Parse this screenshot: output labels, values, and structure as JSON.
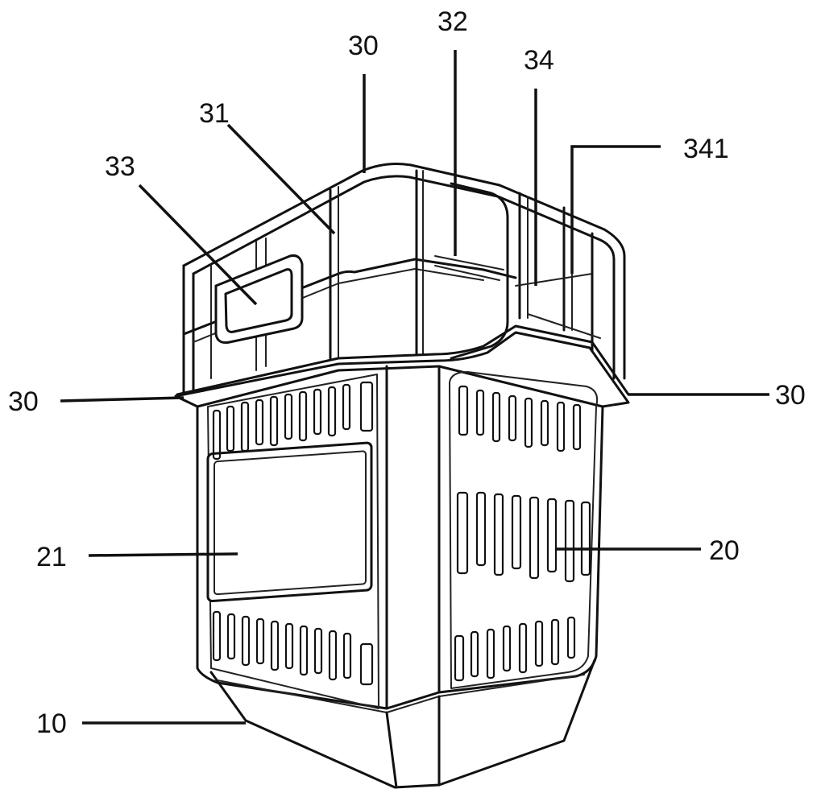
{
  "labels": {
    "l30_top": "30",
    "l32": "32",
    "l34": "34",
    "l31": "31",
    "l341": "341",
    "l33": "33",
    "l30_left": "30",
    "l30_right": "30",
    "l21": "21",
    "l20": "20",
    "l10": "10"
  }
}
